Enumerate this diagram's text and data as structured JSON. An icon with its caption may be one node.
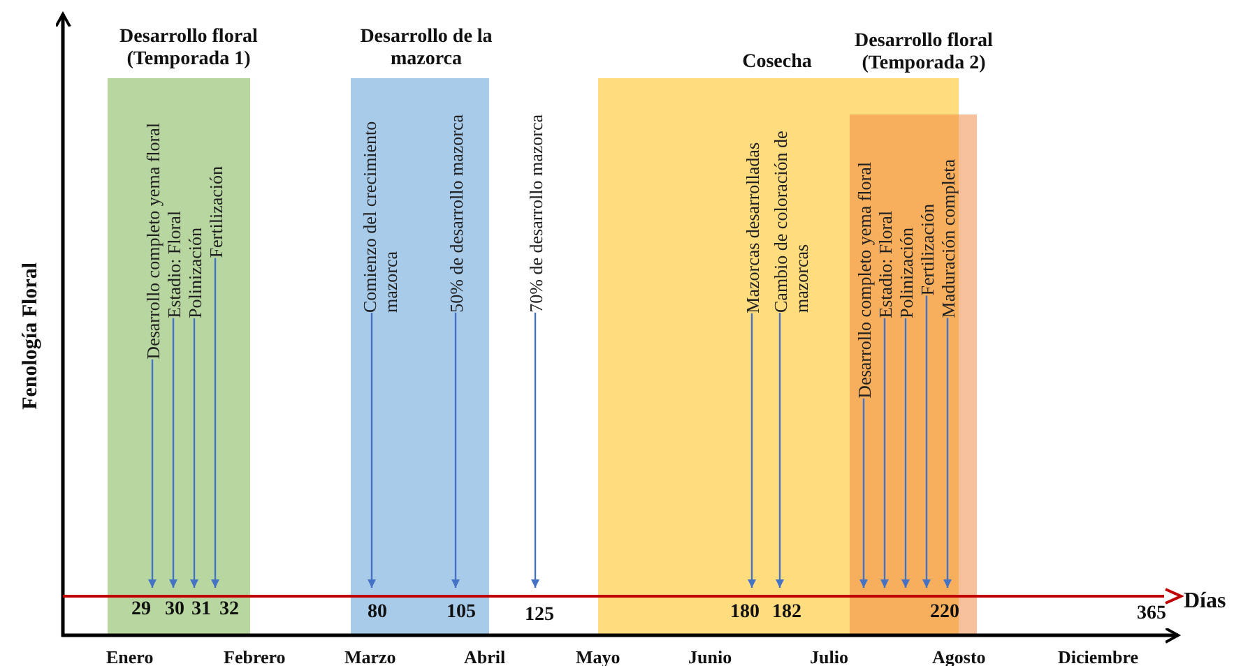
{
  "diagram": {
    "nodes": [
      {
        "text": [
          "Desarrollo floral (Temporada 1)"
        ]
      },
      {
        "text": [
          "Desarrollo completo yema floral"
        ],
        "in": 0
      },
      {
        "text": [
          "Estadio: Floral"
        ],
        "in": 0
      },
      {
        "text": [
          "Polinización"
        ],
        "in": 0
      },
      {
        "text": [
          "Fertilización"
        ],
        "in": 0
      },
      {
        "text": [
          "Desarrollo de la mazorca"
        ]
      },
      {
        "text": [
          "Comienzo del crecimiento mazorca"
        ],
        "in": 5
      },
      {
        "text": [
          "50% de desarrollo mazorca"
        ],
        "in": 5
      },
      {
        "text": [
          "70% de desarrollo mazorca"
        ]
      },
      {
        "text": [
          "Cosecha"
        ]
      },
      {
        "text": [
          "Mazorcas desarrolladas"
        ],
        "in": 9
      },
      {
        "text": [
          "Cambio de coloración de mazorcas"
        ],
        "in": 9
      },
      {
        "text": [
          "Desarrollo floral (Temporada 2)"
        ]
      },
      {
        "text": [
          "Desarrollo completo yema floral"
        ],
        "in": 12
      },
      {
        "text": [
          "Estadio: Floral"
        ],
        "in": 12
      },
      {
        "text": [
          "Polinización"
        ],
        "in": 12
      },
      {
        "text": [
          "Fertilización"
        ],
        "in": 12
      },
      {
        "text": [
          "Maduración completa"
        ],
        "in": 12
      },
      {
        "text": [],
        "shape": "line"
      }
    ],
    "edges": [
      {
        "from": 1,
        "to": 18,
        "arrow": "to"
      },
      {
        "from": 2,
        "to": 18,
        "arrow": "to"
      },
      {
        "from": 3,
        "to": 18,
        "arrow": "to"
      },
      {
        "from": 4,
        "to": 18,
        "arrow": "to"
      },
      {
        "from": 6,
        "to": 18,
        "arrow": "to"
      },
      {
        "from": 7,
        "to": 18,
        "arrow": "to"
      },
      {
        "from": 8,
        "to": 18,
        "arrow": "to"
      },
      {
        "from": 10,
        "to": 18,
        "arrow": "to"
      },
      {
        "from": 11,
        "to": 18,
        "arrow": "to"
      },
      {
        "from": 13,
        "to": 18,
        "arrow": "to"
      },
      {
        "from": 14,
        "to": 18,
        "arrow": "to"
      },
      {
        "from": 15,
        "to": 18,
        "arrow": "to"
      },
      {
        "from": 16,
        "to": 18,
        "arrow": "to"
      },
      {
        "from": 17,
        "to": 18,
        "arrow": "to"
      }
    ],
    "labels": [
      "Fenología Floral",
      "Días",
      "29",
      "30",
      "31",
      "32",
      "80",
      "105",
      "125",
      "180",
      "182",
      "220",
      "365",
      "Enero",
      "Febrero",
      "Marzo",
      "Abril",
      "Mayo",
      "Junio",
      "Julio",
      "Agosto",
      "Diciembre"
    ]
  }
}
